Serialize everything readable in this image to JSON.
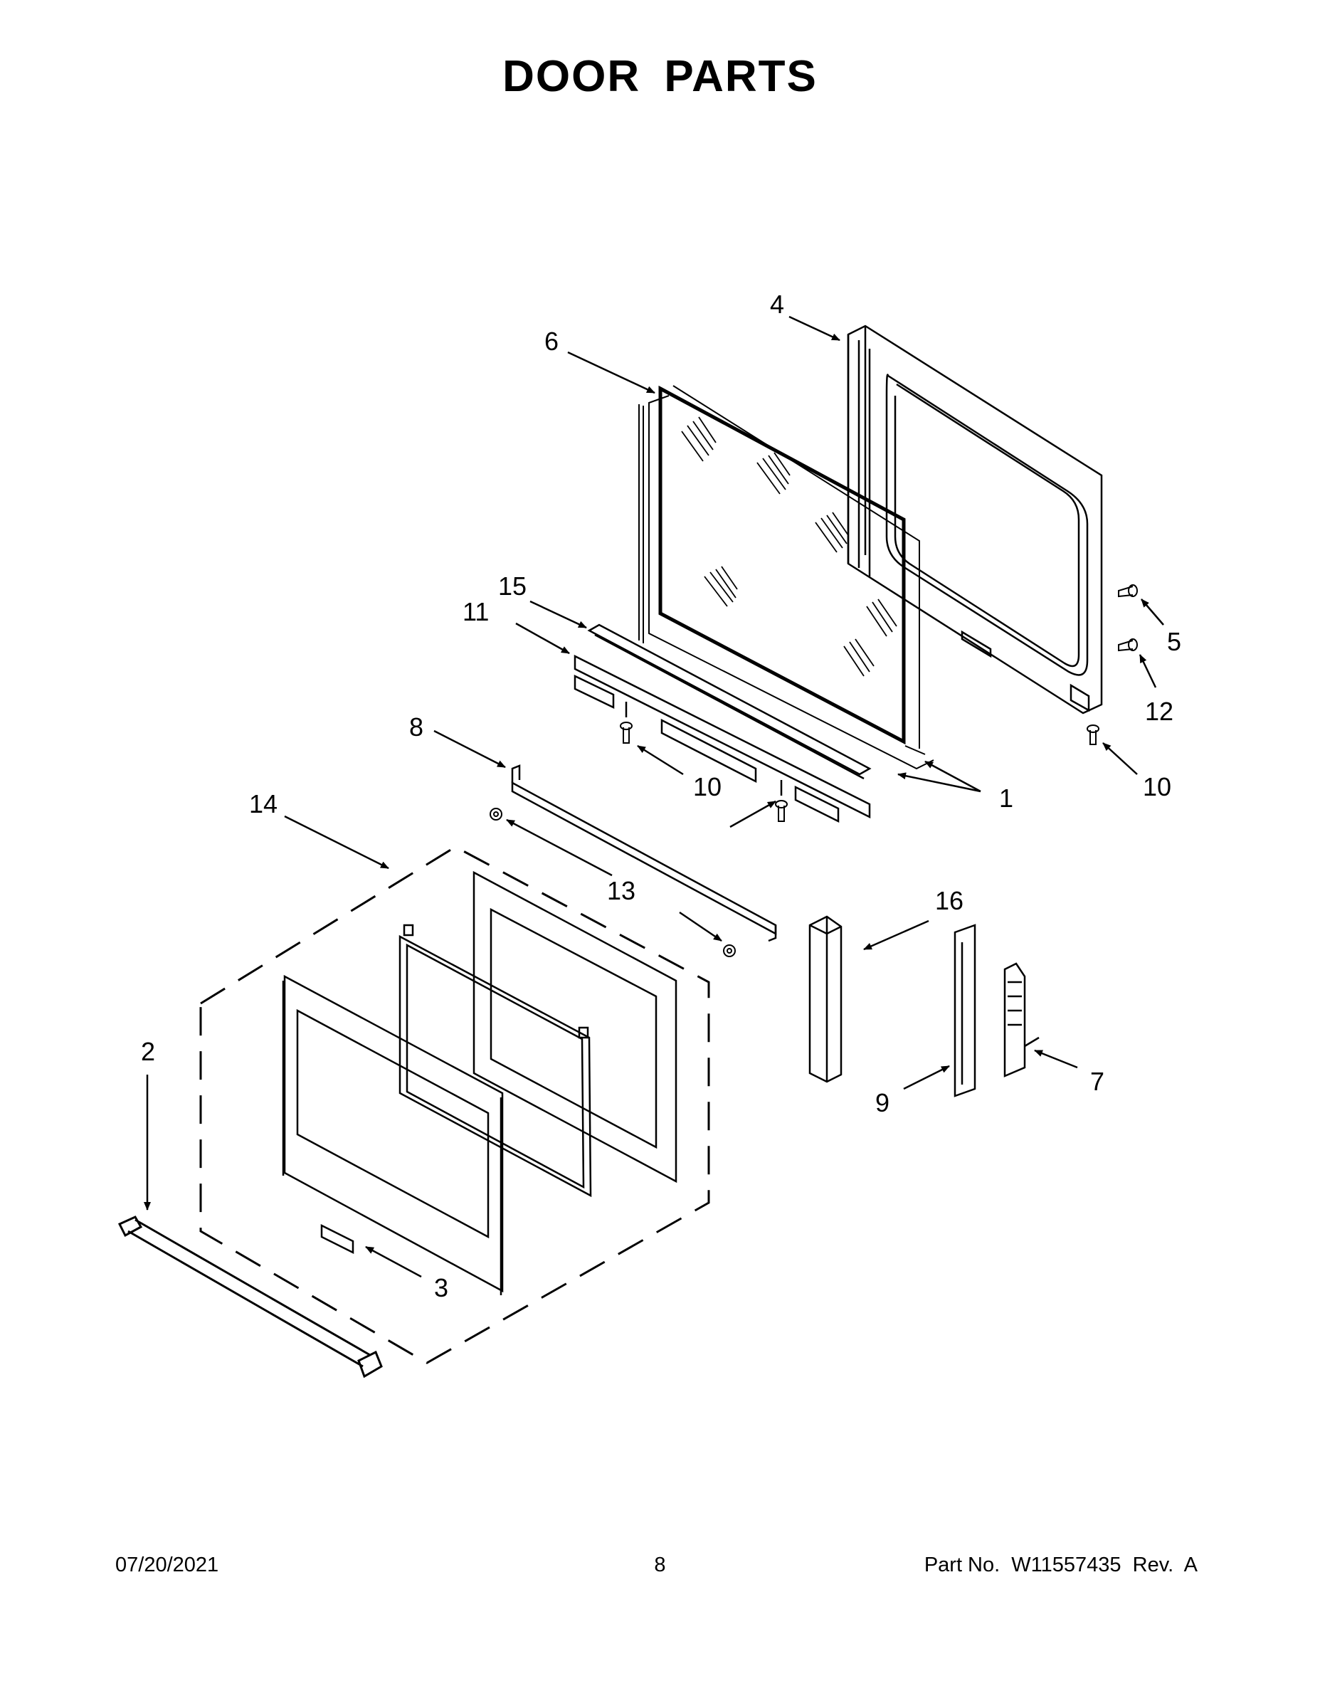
{
  "title": "DOOR PARTS",
  "callouts": [
    "4",
    "6",
    "15",
    "11",
    "5",
    "12",
    "8",
    "10",
    "1",
    "10",
    "14",
    "13",
    "16",
    "2",
    "7",
    "9",
    "3"
  ],
  "footer": {
    "date": "07/20/2021",
    "page": "8",
    "part": "Part No.  W11557435  Rev.  A"
  }
}
